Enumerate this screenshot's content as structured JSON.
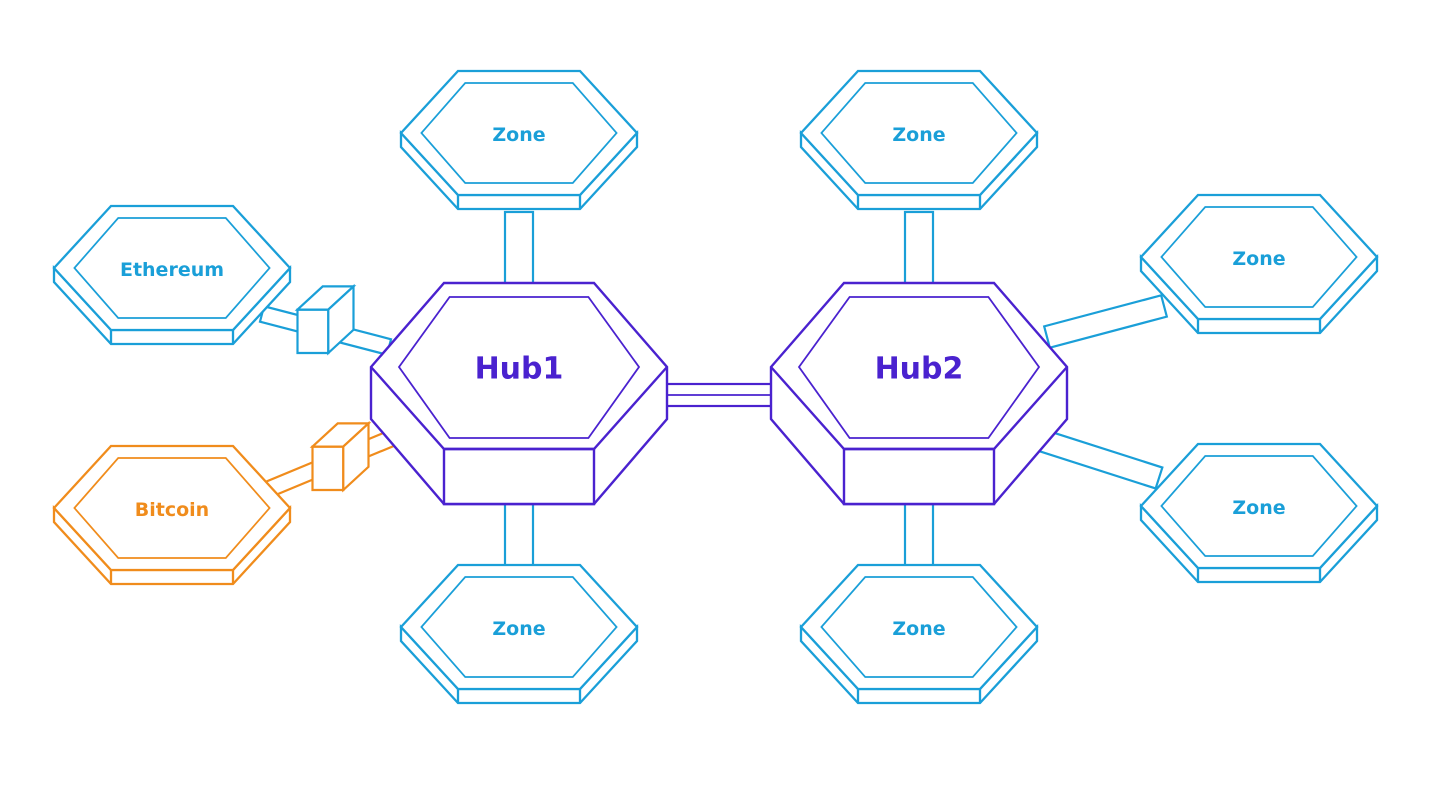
{
  "colors": {
    "zone": "#1a9fd8",
    "hub": "#4a22cf",
    "bitcoin": "#f08c1c",
    "fill": "#ffffff"
  },
  "hubs": [
    {
      "id": "hub1",
      "label": "Hub1"
    },
    {
      "id": "hub2",
      "label": "Hub2"
    }
  ],
  "zones": [
    {
      "id": "hub1-zone-top",
      "label": "Zone",
      "hub": "hub1"
    },
    {
      "id": "hub1-zone-bottom",
      "label": "Zone",
      "hub": "hub1"
    },
    {
      "id": "ethereum",
      "label": "Ethereum",
      "hub": "hub1",
      "peg_zone": true
    },
    {
      "id": "bitcoin",
      "label": "Bitcoin",
      "hub": "hub1",
      "peg_zone": true
    },
    {
      "id": "hub2-zone-top",
      "label": "Zone",
      "hub": "hub2"
    },
    {
      "id": "hub2-zone-bottom",
      "label": "Zone",
      "hub": "hub2"
    },
    {
      "id": "hub2-zone-right-top",
      "label": "Zone",
      "hub": "hub2"
    },
    {
      "id": "hub2-zone-right-bottom",
      "label": "Zone",
      "hub": "hub2"
    }
  ],
  "links": [
    {
      "from": "hub1",
      "to": "hub2"
    },
    {
      "from": "hub1",
      "to": "hub1-zone-top"
    },
    {
      "from": "hub1",
      "to": "hub1-zone-bottom"
    },
    {
      "from": "hub1",
      "to": "ethereum",
      "bridge": true
    },
    {
      "from": "hub1",
      "to": "bitcoin",
      "bridge": true
    },
    {
      "from": "hub2",
      "to": "hub2-zone-top"
    },
    {
      "from": "hub2",
      "to": "hub2-zone-bottom"
    },
    {
      "from": "hub2",
      "to": "hub2-zone-right-top"
    },
    {
      "from": "hub2",
      "to": "hub2-zone-right-bottom"
    }
  ]
}
